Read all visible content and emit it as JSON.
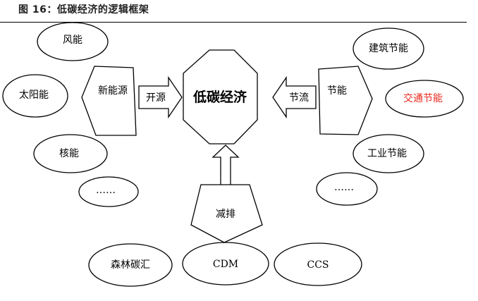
{
  "figure": {
    "title": "图 16：低碳经济的逻辑框架",
    "accent_color": "#e8281e"
  },
  "center": {
    "label": "低碳经济",
    "shape": "octagon"
  },
  "groups": {
    "new_energy": {
      "label": "新能源",
      "shape": "pentagon",
      "arrow_label": "开源",
      "items": [
        "风能",
        "太阳能",
        "核能",
        "……"
      ]
    },
    "energy_saving": {
      "label": "节能",
      "shape": "pentagon",
      "arrow_label": "节流",
      "items": [
        "建筑节能",
        "交通节能",
        "工业节能",
        "……"
      ],
      "highlighted_item": "交通节能"
    },
    "emission_reduction": {
      "label": "减排",
      "shape": "pentagon",
      "items": [
        "森林碳汇",
        "CDM",
        "CCS"
      ]
    }
  }
}
